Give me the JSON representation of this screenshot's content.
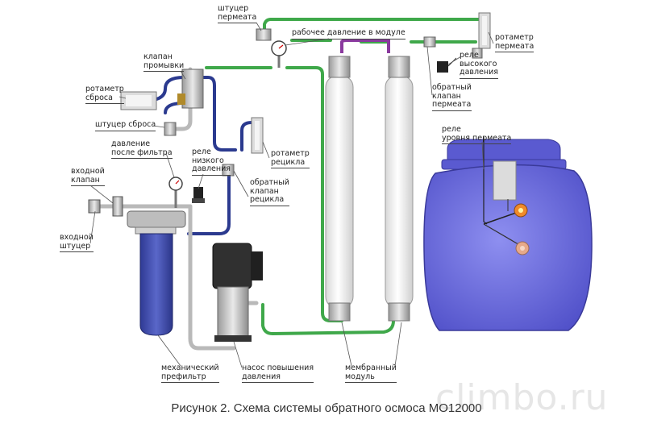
{
  "caption": "Рисунок 2. Схема системы обратного осмоса МО12000",
  "watermark": "climbo.ru",
  "labels": {
    "permeate_fitting": [
      "штуцер",
      "пермеата"
    ],
    "working_pressure": "рабочее давление в модуле",
    "permeate_rotameter": [
      "ротаметр",
      "пермеата"
    ],
    "high_pressure_relay": [
      "реле",
      "высокого",
      "давления"
    ],
    "permeate_check_valve": [
      "обратный",
      "клапан",
      "пермеата"
    ],
    "flush_valve": [
      "клапан",
      "промывки"
    ],
    "drain_rotameter": [
      "ротаметр",
      "сброса"
    ],
    "drain_fitting": "штуцер сброса",
    "after_filter_pressure": [
      "давление",
      "после фильтра"
    ],
    "low_pressure_relay": [
      "реле",
      "низкого",
      "давления"
    ],
    "recycle_rotameter": [
      "ротаметр",
      "рецикла"
    ],
    "inlet_valve": [
      "входной",
      "клапан"
    ],
    "recycle_check_valve": [
      "обратный",
      "клапан",
      "рецикла"
    ],
    "inlet_fitting": [
      "входной",
      "штуцер"
    ],
    "permeate_level_relay": [
      "реле",
      "уровня пермеата"
    ],
    "prefilter": [
      "механический",
      "префильтр"
    ],
    "booster_pump": [
      "насос повышения",
      "давления"
    ],
    "membrane_module": [
      "мембранный",
      "модуль"
    ]
  },
  "colors": {
    "pipe_green": "#3fa84a",
    "pipe_blue": "#2b3a8f",
    "pipe_purple": "#8a3a9e",
    "pipe_gray": "#b9b9b9",
    "tank_blue": "#6f6fe0",
    "filter_blue": "#4a56b8",
    "membrane_white": "#f4f4f4",
    "float_orange": "#f08a2a"
  }
}
